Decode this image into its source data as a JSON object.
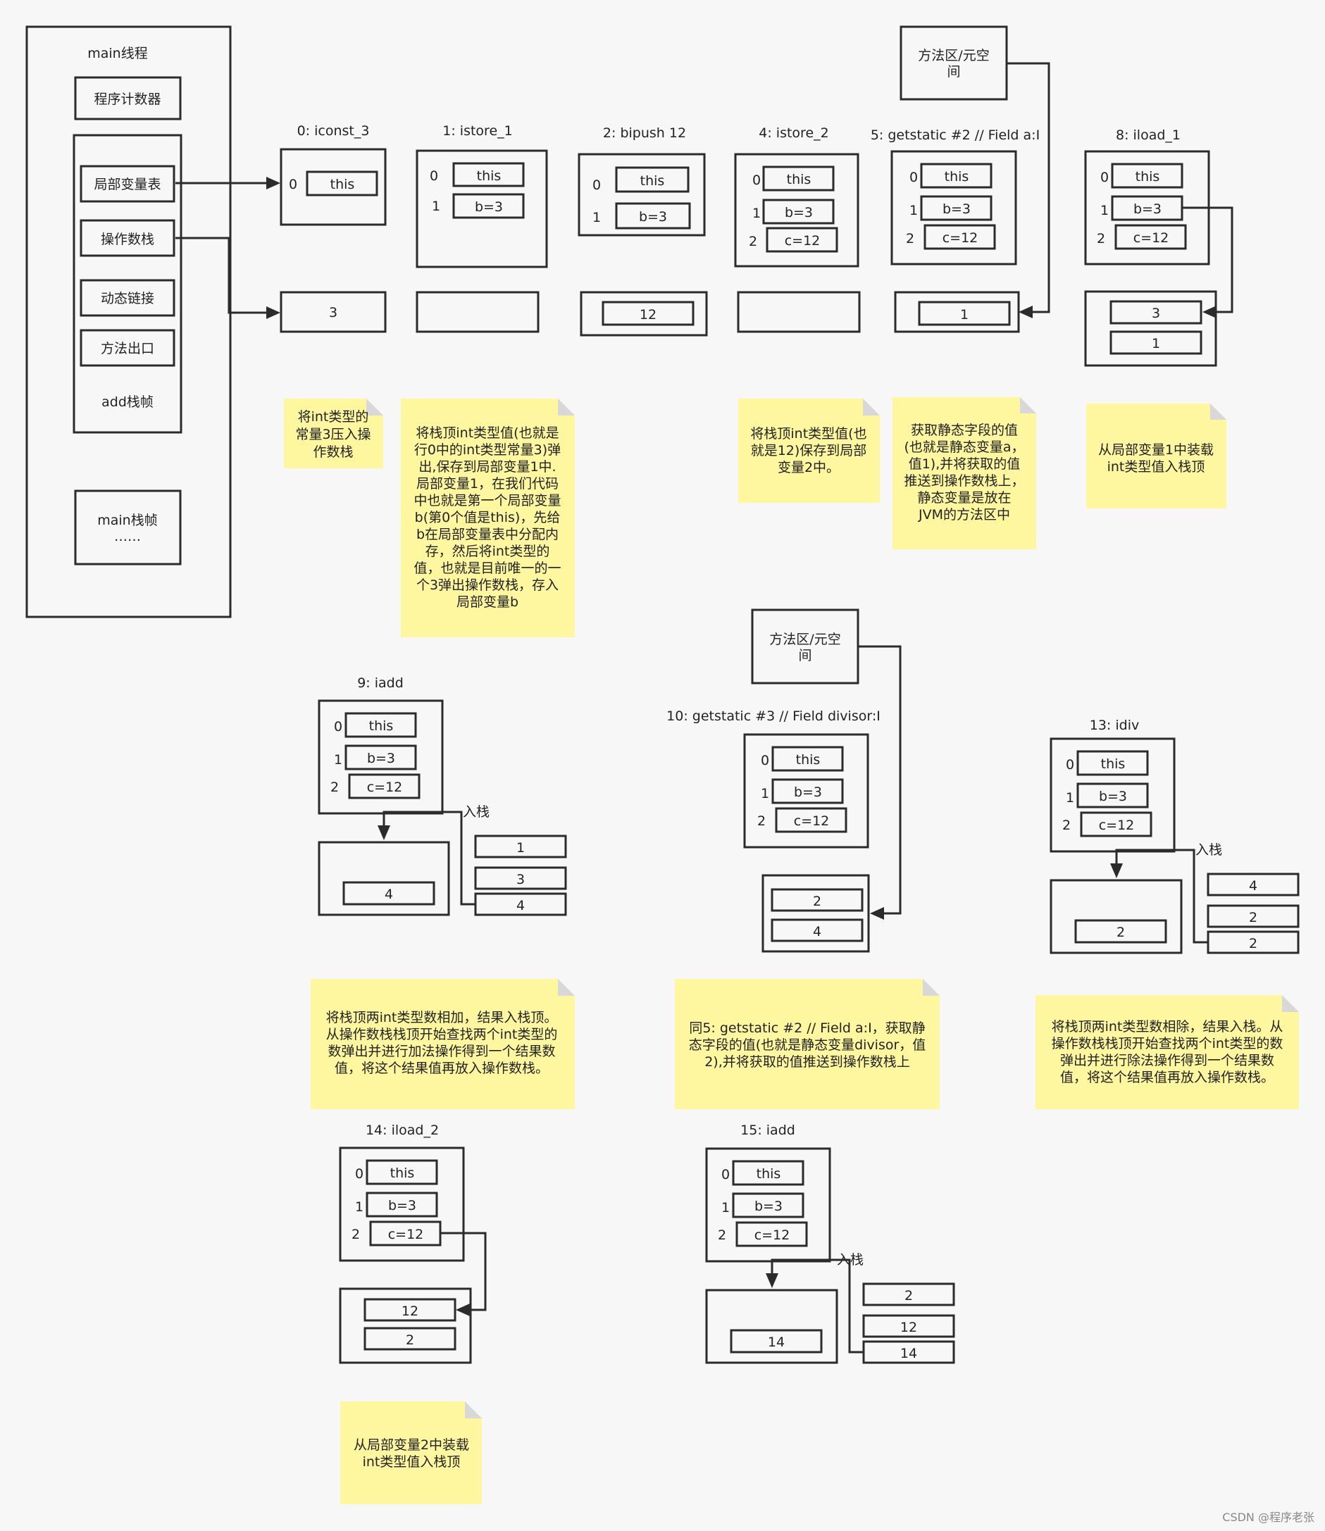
{
  "thread": {
    "title": "main线程",
    "pc": "程序计数器",
    "frame_items": [
      "局部变量表",
      "操作数栈",
      "动态链接",
      "方法出口"
    ],
    "frame_label": "add栈帧",
    "main_frame": "main栈帧",
    "main_frame_more": "……"
  },
  "method_area": [
    "方法区/元空",
    "间"
  ],
  "push_label": "入栈",
  "steps": {
    "s0": {
      "label": "0: iconst_3",
      "idx": [
        "0"
      ],
      "vars": [
        "this"
      ],
      "stack": "3"
    },
    "s1": {
      "label": "1: istore_1",
      "idx": [
        "0",
        "1"
      ],
      "vars": [
        "this",
        "b=3"
      ]
    },
    "s2": {
      "label": "2: bipush 12",
      "idx": [
        "0",
        "1"
      ],
      "vars": [
        "this",
        "b=3"
      ],
      "stack": "12"
    },
    "s4": {
      "label": "4: istore_2",
      "idx": [
        "0",
        "1",
        "2"
      ],
      "vars": [
        "this",
        "b=3",
        "c=12"
      ]
    },
    "s5": {
      "label": "5: getstatic #2 // Field a:I",
      "idx": [
        "0",
        "1",
        "2"
      ],
      "vars": [
        "this",
        "b=3",
        "c=12"
      ],
      "stack": [
        "1"
      ]
    },
    "s8": {
      "label": "8: iload_1",
      "idx": [
        "0",
        "1",
        "2"
      ],
      "vars": [
        "this",
        "b=3",
        "c=12"
      ],
      "stack": [
        "3",
        "1"
      ]
    },
    "s9": {
      "label": "9: iadd",
      "idx": [
        "0",
        "1",
        "2"
      ],
      "vars": [
        "this",
        "b=3",
        "c=12"
      ],
      "stack": "4",
      "popped": [
        "1",
        "3",
        "4"
      ]
    },
    "s10": {
      "label": "10: getstatic #3 // Field divisor:I",
      "idx": [
        "0",
        "1",
        "2"
      ],
      "vars": [
        "this",
        "b=3",
        "c=12"
      ],
      "stack": [
        "2",
        "4"
      ]
    },
    "s13": {
      "label": "13: idiv",
      "idx": [
        "0",
        "1",
        "2"
      ],
      "vars": [
        "this",
        "b=3",
        "c=12"
      ],
      "stack": "2",
      "popped": [
        "4",
        "2",
        "2"
      ]
    },
    "s14": {
      "label": "14: iload_2",
      "idx": [
        "0",
        "1",
        "2"
      ],
      "vars": [
        "this",
        "b=3",
        "c=12"
      ],
      "stack": [
        "12",
        "2"
      ]
    },
    "s15": {
      "label": "15: iadd",
      "idx": [
        "0",
        "1",
        "2"
      ],
      "vars": [
        "this",
        "b=3",
        "c=12"
      ],
      "stack": "14",
      "popped": [
        "2",
        "12",
        "14"
      ]
    }
  },
  "notes": {
    "n0": [
      "将int类型的",
      "常量3压入操",
      "作数栈"
    ],
    "n1": [
      "将栈顶int类型值(也就是",
      "行0中的int类型常量3)弹",
      "出,保存到局部变量1中.",
      "局部变量1，在我们代码",
      "中也就是第一个局部变量",
      "b(第0个值是this)，先给",
      "b在局部变量表中分配内",
      "存，然后将int类型的",
      "值，也就是目前唯一的一",
      "个3弹出操作数栈，存入",
      "局部变量b"
    ],
    "n4": [
      "将栈顶int类型值(也",
      "就是12)保存到局部",
      "变量2中。"
    ],
    "n5": [
      "获取静态字段的值",
      "(也就是静态变量a，",
      "值1),并将获取的值",
      "推送到操作数栈上，",
      "静态变量是放在",
      "JVM的方法区中"
    ],
    "n8": [
      "从局部变量1中装载",
      "int类型值入栈顶"
    ],
    "n9": [
      "将栈顶两int类型数相加，结果入栈顶。",
      "从操作数栈栈顶开始查找两个int类型的",
      "数弹出并进行加法操作得到一个结果数",
      "值，将这个结果值再放入操作数栈。"
    ],
    "n10": [
      "同5: getstatic #2 // Field a:I，获取静",
      "态字段的值(也就是静态变量divisor，值",
      "2),并将获取的值推送到操作数栈上"
    ],
    "n13": [
      "将栈顶两int类型数相除，结果入栈。从",
      "操作数栈栈顶开始查找两个int类型的数",
      "弹出并进行除法操作得到一个结果数",
      "值，将这个结果值再放入操作数栈。"
    ],
    "n14": [
      "从局部变量2中装载",
      "int类型值入栈顶"
    ]
  },
  "watermark": "CSDN @程序老张"
}
